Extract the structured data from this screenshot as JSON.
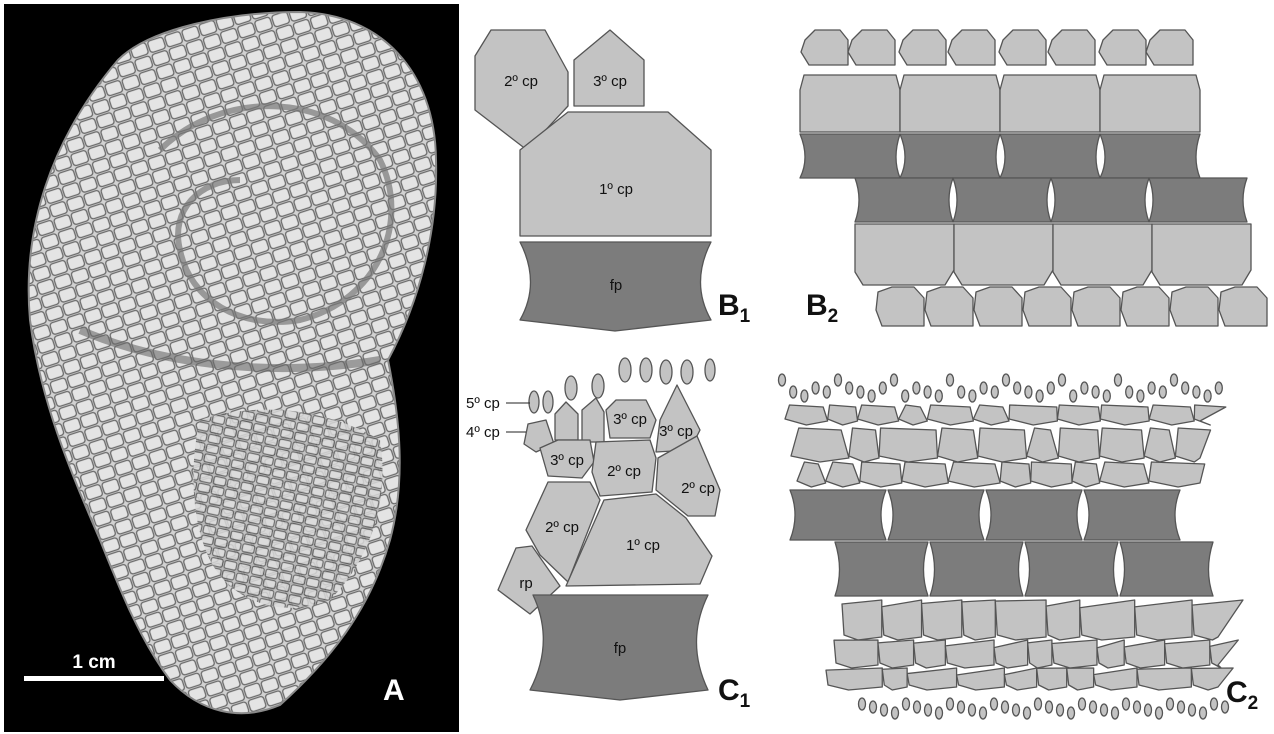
{
  "panels": {
    "A": {
      "letter": "A",
      "scale_bar": "1 cm"
    },
    "B1": {
      "letter": "B",
      "subscript": "1",
      "labels": {
        "cp2": "2º cp",
        "cp3": "3º cp",
        "cp1": "1º cp",
        "fp": "fp"
      }
    },
    "B2": {
      "letter": "B",
      "subscript": "2"
    },
    "C1": {
      "letter": "C",
      "subscript": "1",
      "labels": {
        "cp5": "5º cp",
        "cp4": "4º cp",
        "cp3_top": "3º cp",
        "cp3_right": "3º cp",
        "cp3_left": "3º cp",
        "cp2_mid": "2º cp",
        "cp2_right": "2º cp",
        "cp2_left": "2º cp",
        "cp1": "1º cp",
        "rp": "rp",
        "fp": "fp"
      }
    },
    "C2": {
      "letter": "C",
      "subscript": "2"
    }
  },
  "colors": {
    "light_plate": "#c3c3c3",
    "dark_plate": "#7c7c7c",
    "outline": "#555555",
    "photo_bg": "#000000"
  }
}
